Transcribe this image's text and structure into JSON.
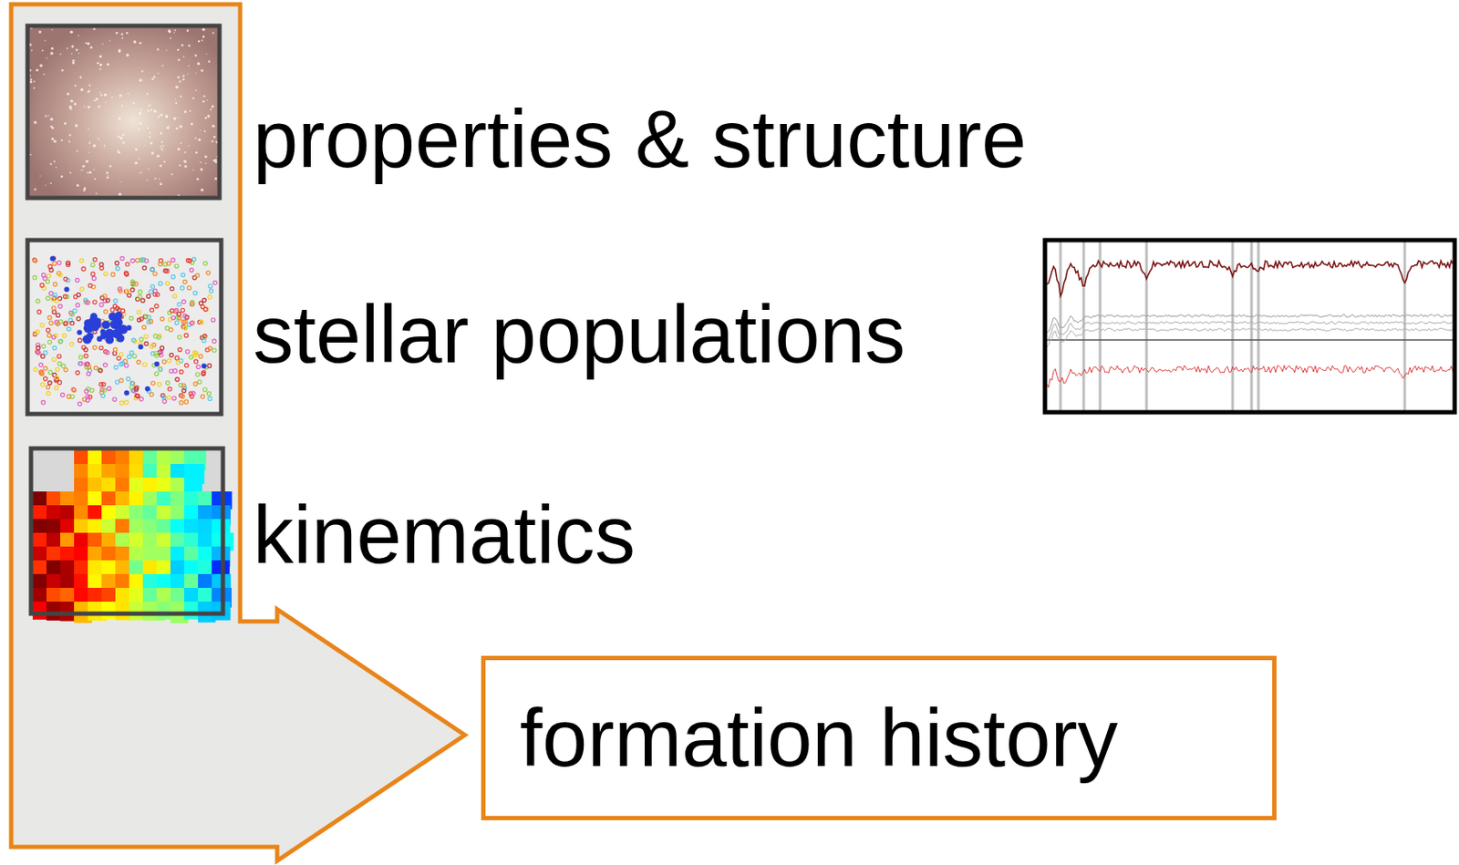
{
  "diagram": {
    "nodes": [
      {
        "text": [
          "formation history"
        ]
      }
    ],
    "labels": [
      "properties & structure",
      "stellar populations",
      "kinematics"
    ]
  }
}
